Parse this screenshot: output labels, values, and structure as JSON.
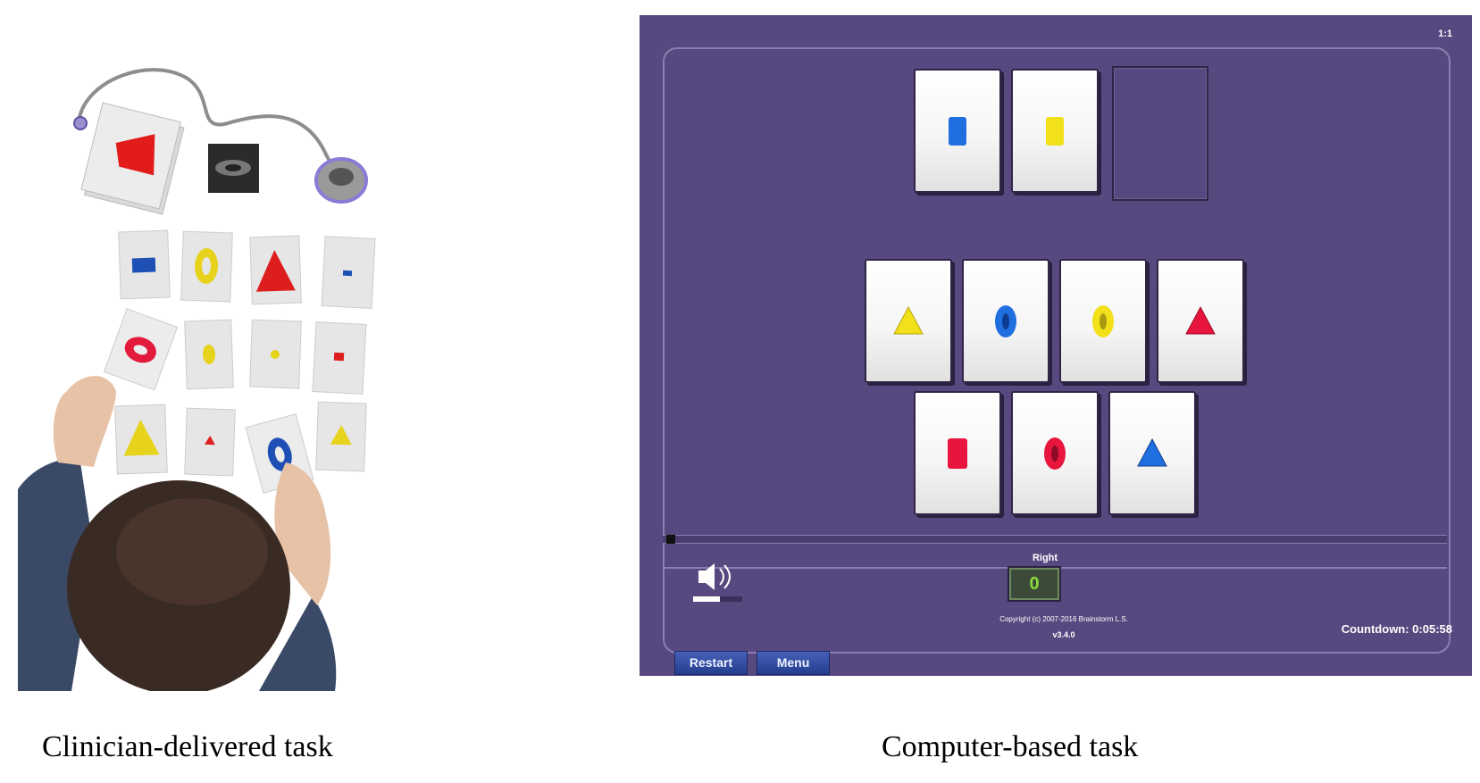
{
  "captions": {
    "left": "Clinician-delivered task",
    "right": "Computer-based task"
  },
  "game": {
    "level_indicator": "1:1",
    "feedback_label": "Right",
    "feedback_value": "0",
    "restart_label": "Restart",
    "menu_label": "Menu",
    "copyright": "Copyright (c) 2007-2016 Brainstorm L.S.",
    "version": "v3.4.0",
    "countdown": "Countdown: 0:05:58",
    "volume_icon": "speaker-icon",
    "colors": {
      "background": "#57487f",
      "blue": "#1f6fe0",
      "yellow": "#f2e01a",
      "red": "#e8153f"
    },
    "sample_cards": [
      {
        "shape": "cylinder",
        "color": "blue"
      },
      {
        "shape": "cylinder",
        "color": "yellow"
      }
    ],
    "choice_row_1": [
      {
        "shape": "cone",
        "color": "yellow"
      },
      {
        "shape": "ring",
        "color": "blue"
      },
      {
        "shape": "ring",
        "color": "yellow"
      },
      {
        "shape": "cone",
        "color": "red"
      }
    ],
    "choice_row_2": [
      {
        "shape": "cylinder",
        "color": "red"
      },
      {
        "shape": "ring",
        "color": "red"
      },
      {
        "shape": "cone",
        "color": "blue"
      }
    ]
  }
}
